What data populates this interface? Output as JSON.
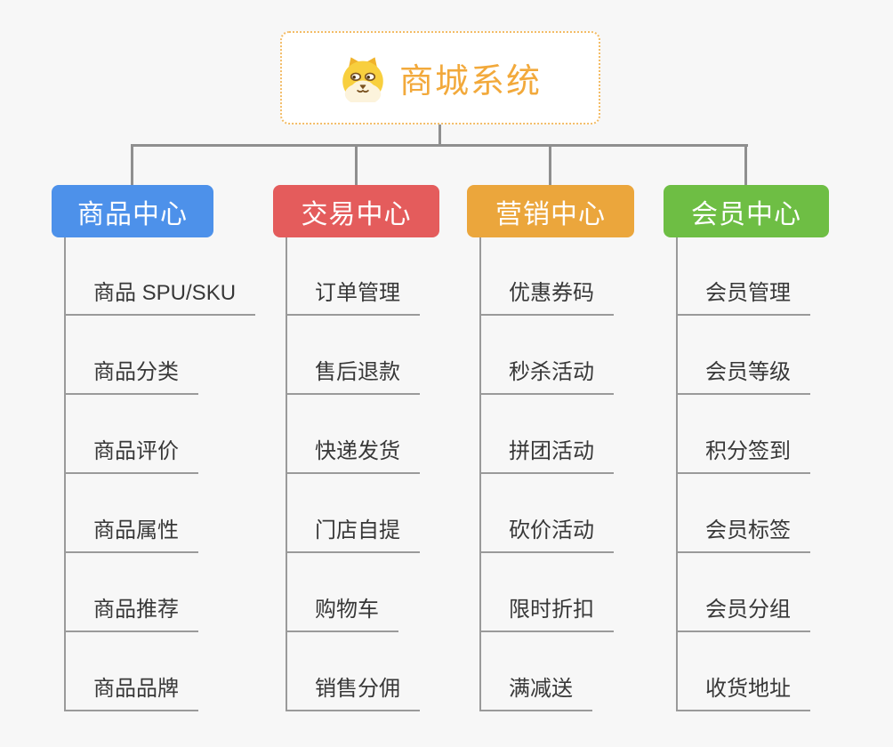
{
  "root": {
    "label": "商城系统",
    "icon": "dog-face-icon",
    "accent_color": "#f2a93b",
    "border_color": "#f3bc66"
  },
  "connector_color": "#8f8f8f",
  "branches": [
    {
      "label": "商品中心",
      "color": "#4d91ea",
      "children": [
        "商品 SPU/SKU",
        "商品分类",
        "商品评价",
        "商品属性",
        "商品推荐",
        "商品品牌"
      ]
    },
    {
      "label": "交易中心",
      "color": "#e45c5c",
      "children": [
        "订单管理",
        "售后退款",
        "快递发货",
        "门店自提",
        "购物车",
        "销售分佣"
      ]
    },
    {
      "label": "营销中心",
      "color": "#eba63c",
      "children": [
        "优惠券码",
        "秒杀活动",
        "拼团活动",
        "砍价活动",
        "限时折扣",
        "满减送"
      ]
    },
    {
      "label": "会员中心",
      "color": "#6ebe44",
      "children": [
        "会员管理",
        "会员等级",
        "积分签到",
        "会员标签",
        "会员分组",
        "收货地址"
      ]
    }
  ]
}
